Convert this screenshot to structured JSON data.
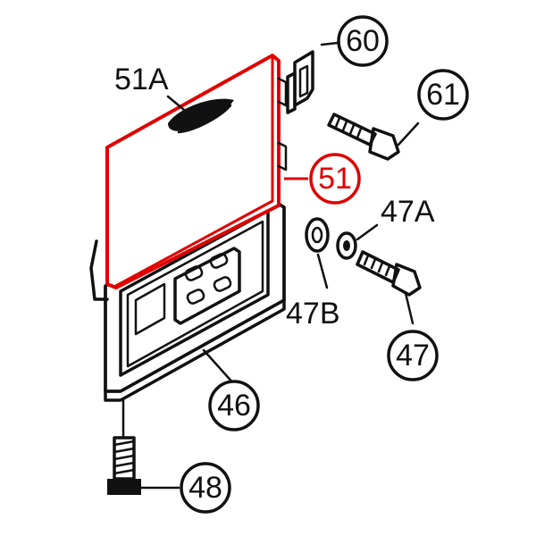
{
  "accent_color": "#e00000",
  "ink_color": "#111111",
  "highlighted_part": "51",
  "callouts": {
    "c60": "60",
    "c61": "61",
    "c51": "51",
    "c47": "47",
    "c46": "46",
    "c48": "48"
  },
  "labels": {
    "l51A": "51A",
    "l47A": "47A",
    "l47B": "47B"
  }
}
